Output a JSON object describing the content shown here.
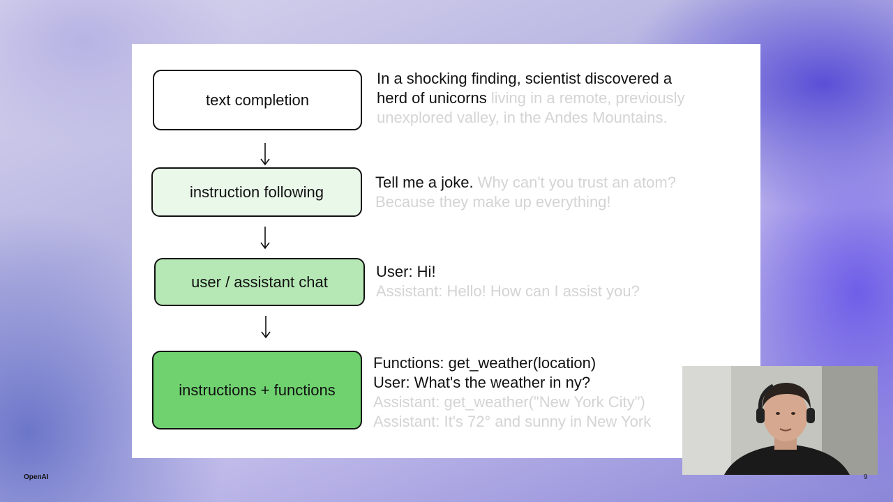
{
  "stages": [
    {
      "label": "text completion",
      "fill": "#ffffff",
      "example_lines": [
        [
          {
            "text": "In a shocking finding, scientist discovered a",
            "muted": false
          }
        ],
        [
          {
            "text": "herd of unicorns",
            "muted": false
          },
          {
            "text": " living in a remote, previously",
            "muted": true
          }
        ],
        [
          {
            "text": "unexplored valley, in the Andes Mountains.",
            "muted": true
          }
        ]
      ]
    },
    {
      "label": "instruction following",
      "fill": "#eaf8ea",
      "example_lines": [
        [
          {
            "text": "Tell me a joke.",
            "muted": false
          },
          {
            "text": " Why can't you trust an atom?",
            "muted": true
          }
        ],
        [
          {
            "text": "Because they make up everything!",
            "muted": true
          }
        ]
      ]
    },
    {
      "label": "user / assistant chat",
      "fill": "#b6e8b6",
      "example_lines": [
        [
          {
            "text": "User: Hi!",
            "muted": false
          }
        ],
        [
          {
            "text": "Assistant: Hello! How can I assist you?",
            "muted": true
          }
        ]
      ]
    },
    {
      "label": "instructions + functions",
      "fill": "#6fd26f",
      "example_lines": [
        [
          {
            "text": "Functions: get_weather(location)",
            "muted": false
          }
        ],
        [
          {
            "text": "User: What's the weather in ny?",
            "muted": false
          }
        ],
        [
          {
            "text": "Assistant: get_weather(\"New York City\")",
            "muted": true
          }
        ],
        [
          {
            "text": "Assistant: It's 72° and sunny in New York",
            "muted": true
          }
        ]
      ]
    }
  ],
  "footer": {
    "brand": "OpenAI",
    "page_number": "9"
  },
  "colors": {
    "border": "#111111",
    "muted_text": "#d4d4d4"
  },
  "icons": {
    "arrow": "arrow-down-icon"
  }
}
